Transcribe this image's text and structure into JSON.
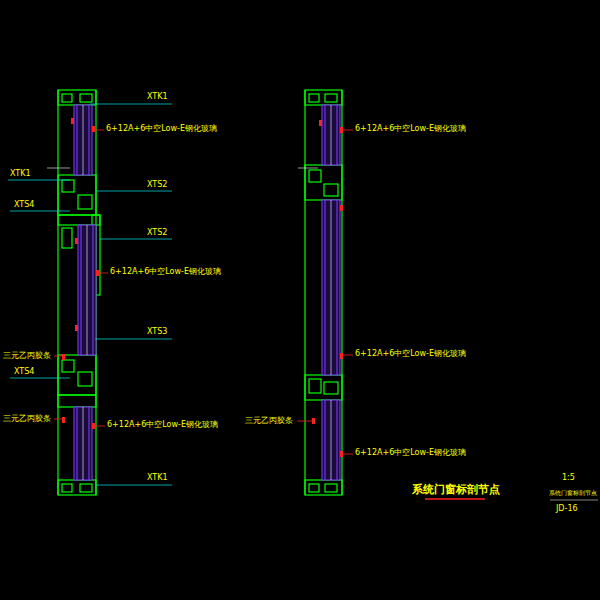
{
  "diagram": {
    "title": "系统门窗标剖节点",
    "labels": [
      "XTK1",
      "6+12A+6中空Low-E钢化玻璃",
      "XTK1",
      "XTS2",
      "XTS4",
      "XTS2",
      "6+12A+6中空Low-E钢化玻璃",
      "XTS3",
      "三元乙丙胶条",
      "XTS4",
      "三元乙丙胶条",
      "6+12A+6中空Low-E钢化玻璃",
      "XTK1",
      "6+12A+6中空Low-E钢化玻璃",
      "6+12A+6中空Low-E钢化玻璃",
      "三元乙丙胶条",
      "6+12A+6中空Low-E钢化玻璃",
      "1:5",
      "系统门窗标剖节点",
      "JD-16"
    ]
  }
}
